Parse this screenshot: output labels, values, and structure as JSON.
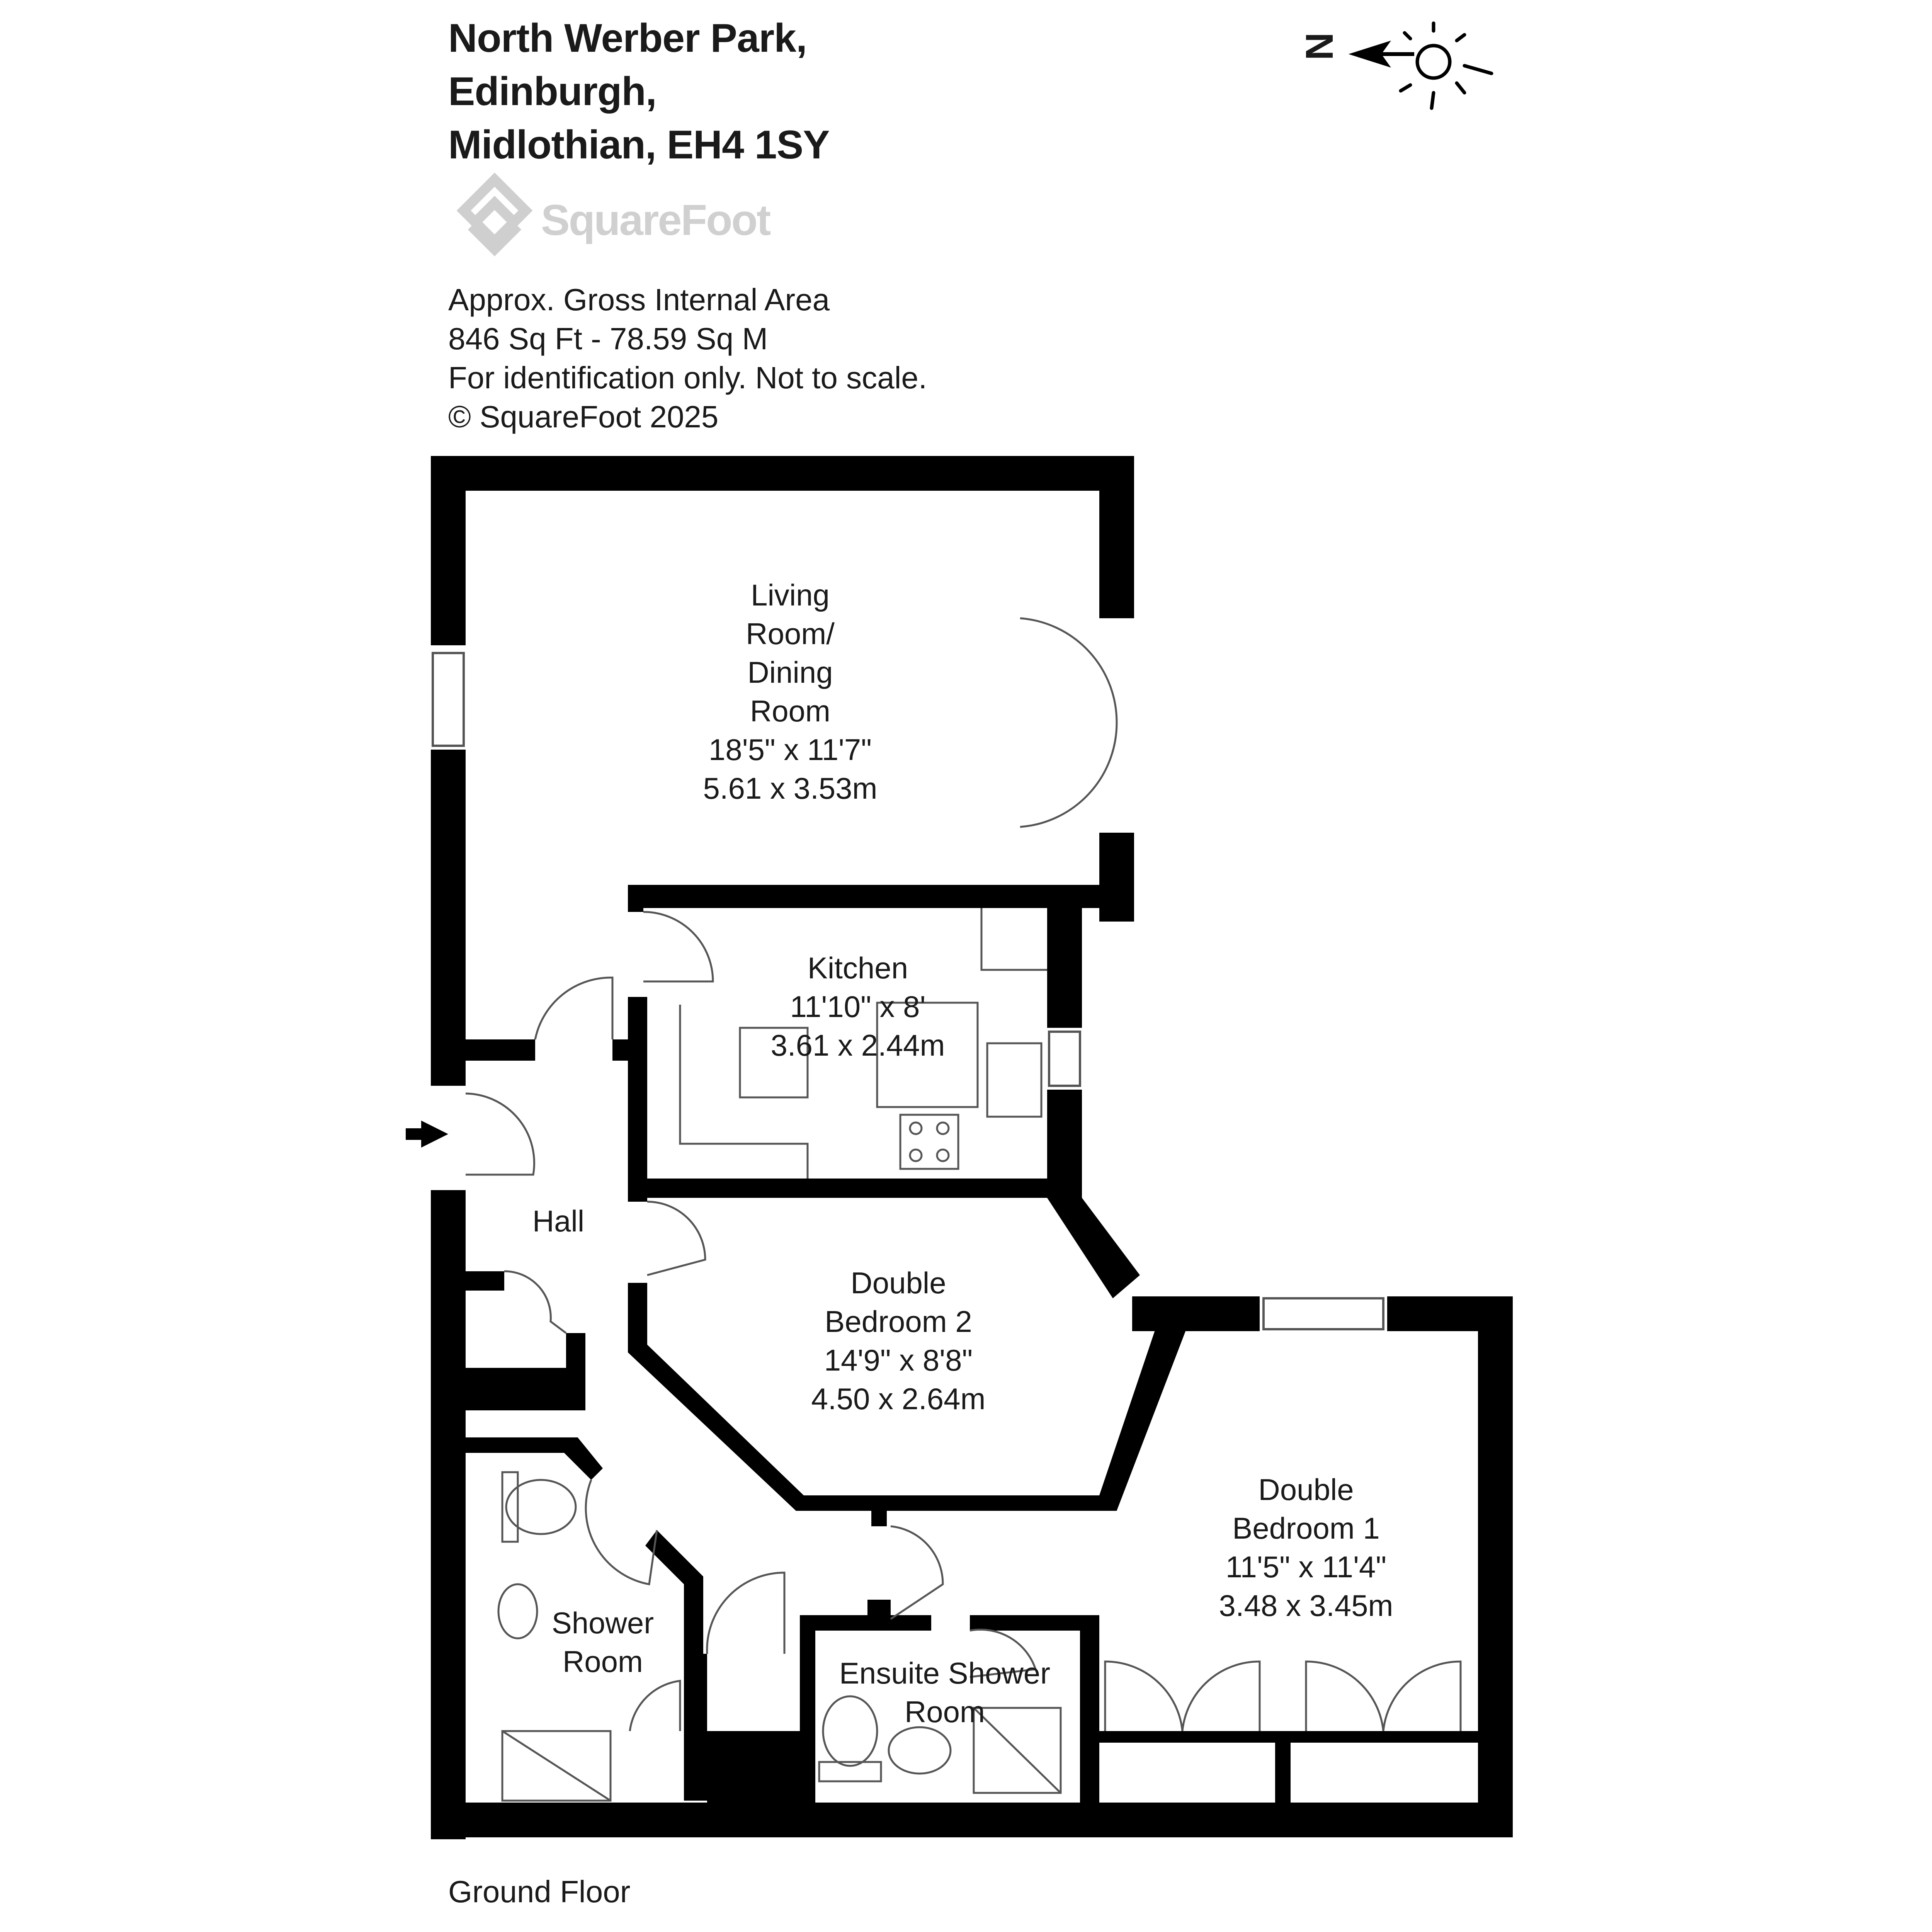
{
  "address": {
    "line1": "North Werber Park,",
    "line2": "Edinburgh,",
    "line3": "Midlothian, EH4 1SY"
  },
  "logo": {
    "name": "SquareFoot"
  },
  "info": {
    "area_label": "Approx. Gross Internal Area",
    "area_value": "846 Sq Ft  -  78.59 Sq M",
    "disclaimer": "For identification only. Not to scale.",
    "copyright": "© SquareFoot 2025"
  },
  "compass": {
    "letter": "N",
    "icon": "north-arrow-sun-icon"
  },
  "rooms": {
    "living": {
      "l1": "Living",
      "l2": "Room/",
      "l3": "Dining",
      "l4": "Room",
      "imperial": "18'5\" x 11'7\"",
      "metric": "5.61 x 3.53m"
    },
    "kitchen": {
      "l1": "Kitchen",
      "imperial": "11'10\" x 8'",
      "metric": "3.61 x 2.44m"
    },
    "hall": {
      "l1": "Hall"
    },
    "bedroom2": {
      "l1": "Double",
      "l2": "Bedroom 2",
      "imperial": "14'9\" x 8'8\"",
      "metric": "4.50 x 2.64m"
    },
    "bedroom1": {
      "l1": "Double",
      "l2": "Bedroom 1",
      "imperial": "11'5\" x 11'4\"",
      "metric": "3.48 x 3.45m"
    },
    "shower": {
      "l1": "Shower",
      "l2": "Room"
    },
    "ensuite": {
      "l1": "Ensuite Shower",
      "l2": "Room"
    }
  },
  "floor": {
    "label": "Ground Floor"
  },
  "colors": {
    "wall": "#000000",
    "fixture": "#555555",
    "logo": "#cfcfcf",
    "text": "#1a1a1a"
  }
}
